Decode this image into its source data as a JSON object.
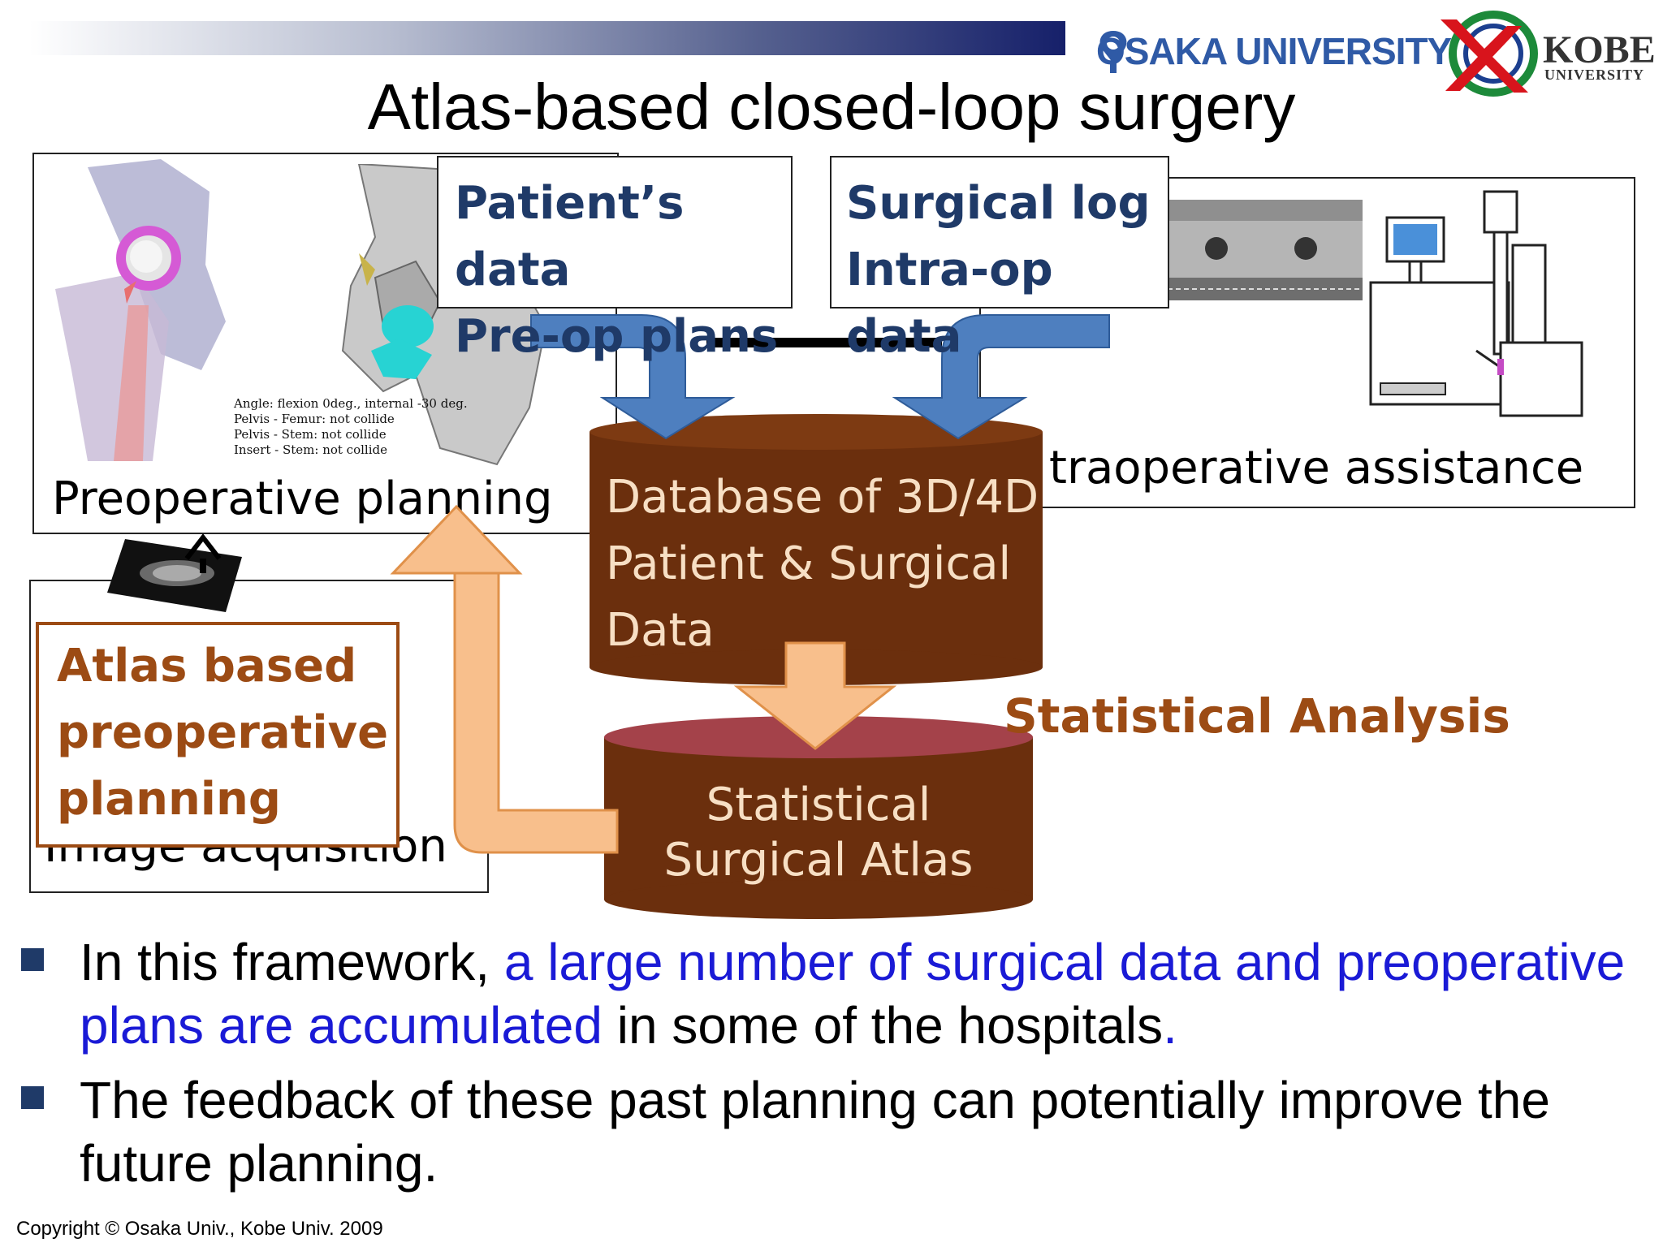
{
  "header": {
    "title": "Atlas-based closed-loop surgery",
    "logos": {
      "osaka": "OSAKA UNIVERSITY",
      "kobe": "KOBE",
      "kobe_sub": "UNIVERSITY"
    }
  },
  "diagram": {
    "preop_label": "Preoperative planning",
    "planning_notes": [
      "Angle: flexion 0deg., internal -30 deg.",
      "Pelvis - Femur: not collide",
      "Pelvis - Stem: not collide",
      "Insert - Stem: not collide"
    ],
    "patient_box": [
      "Patient’s data",
      "Pre-op plans"
    ],
    "surgical_box": [
      "Surgical log",
      "Intra-op data"
    ],
    "intraop_label": "traoperative assistance",
    "database_lines": [
      "Database of 3D/4D",
      "Patient & Surgical",
      "Data"
    ],
    "atlas_lines": [
      "Statistical",
      "Surgical Atlas"
    ],
    "statistical_analysis": "Statistical Analysis",
    "atlas_planning_lines": [
      "Atlas based",
      "preoperative",
      "planning"
    ],
    "image_acq_label": "Image acquisition"
  },
  "bullets": {
    "b1_pre": "In this framework, ",
    "b1_hl": "a large number of surgical data and preoperative plans are accumulated",
    "b1_post": " in some of the hospitals",
    "b1_end": ".",
    "b2": "The feedback of these past planning can potentially improve the future planning."
  },
  "copyright": "Copyright © Osaka Univ., Kobe Univ. 2009",
  "colors": {
    "arrow_blue": "#4e7fbf",
    "arrow_peach": "#f8bf8c",
    "cylinder_brown": "#6b2f0d",
    "accent_brown": "#9c4b14",
    "highlight_blue": "#1a1ad6"
  }
}
